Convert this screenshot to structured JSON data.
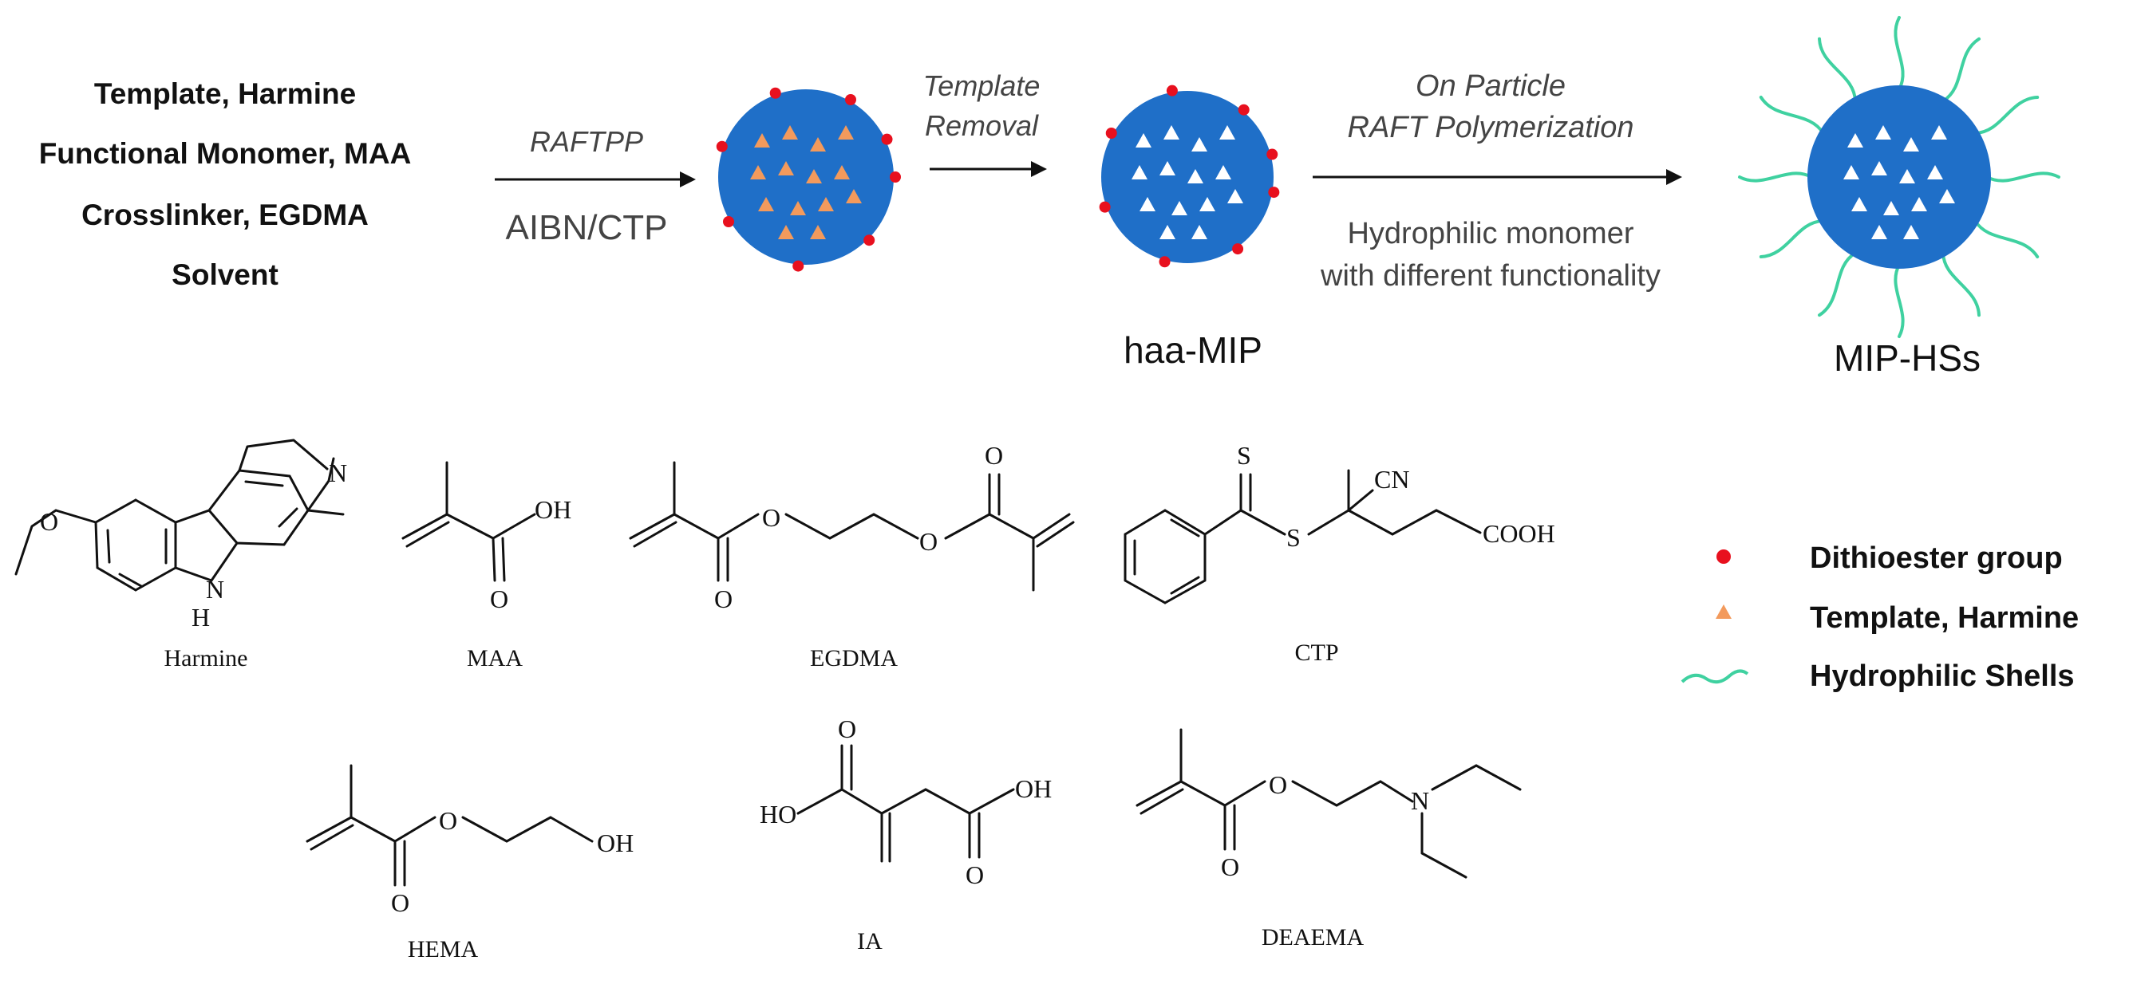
{
  "reagents": {
    "line1": "Template, Harmine",
    "line2": "Functional Monomer, MAA",
    "line3": "Crosslinker, EGDMA",
    "line4": "Solvent"
  },
  "step1": {
    "above": "RAFTPP",
    "below": "AIBN/CTP"
  },
  "step2": {
    "line1": "Template",
    "line2": "Removal"
  },
  "step3": {
    "above1": "On Particle",
    "above2": "RAFT Polymerization",
    "below1": "Hydrophilic monomer",
    "below2": "with different functionality"
  },
  "particles": {
    "haa_mip": "haa-MIP",
    "mip_hss": "MIP-HSs"
  },
  "legend": {
    "dithioester": "Dithioester group",
    "template": "Template, Harmine",
    "shells": "Hydrophilic Shells"
  },
  "structures": {
    "harmine": {
      "name": "Harmine",
      "atom_n": "N",
      "atom_nh": "N",
      "atom_h": "H",
      "atom_o": "O"
    },
    "maa": {
      "name": "MAA",
      "atom_oh": "OH",
      "atom_o": "O"
    },
    "egdma": {
      "name": "EGDMA",
      "atom_o1": "O",
      "atom_o2": "O",
      "atom_o3": "O",
      "atom_o4": "O"
    },
    "ctp": {
      "name": "CTP",
      "atom_s1": "S",
      "atom_s2": "S",
      "atom_cn": "CN",
      "atom_cooh": "COOH"
    },
    "hema": {
      "name": "HEMA",
      "atom_o1": "O",
      "atom_o2": "O",
      "atom_oh": "OH"
    },
    "ia": {
      "name": "IA",
      "atom_ho": "HO",
      "atom_oh": "OH",
      "atom_o1": "O",
      "atom_o2": "O"
    },
    "deaema": {
      "name": "DEAEMA",
      "atom_o1": "O",
      "atom_o2": "O",
      "atom_n": "N"
    }
  },
  "colors": {
    "particle": "#1f6fc8",
    "dithioester": "#e8101e",
    "template_triangle": "#f39a5c",
    "cavity": "#ffffff",
    "shell": "#3fd1a0",
    "text": "#111111",
    "step_text": "#444444"
  },
  "icons": [
    "arrow-right-icon",
    "dithioester-dot-icon",
    "template-triangle-icon",
    "hydrophilic-shell-wave-icon"
  ]
}
